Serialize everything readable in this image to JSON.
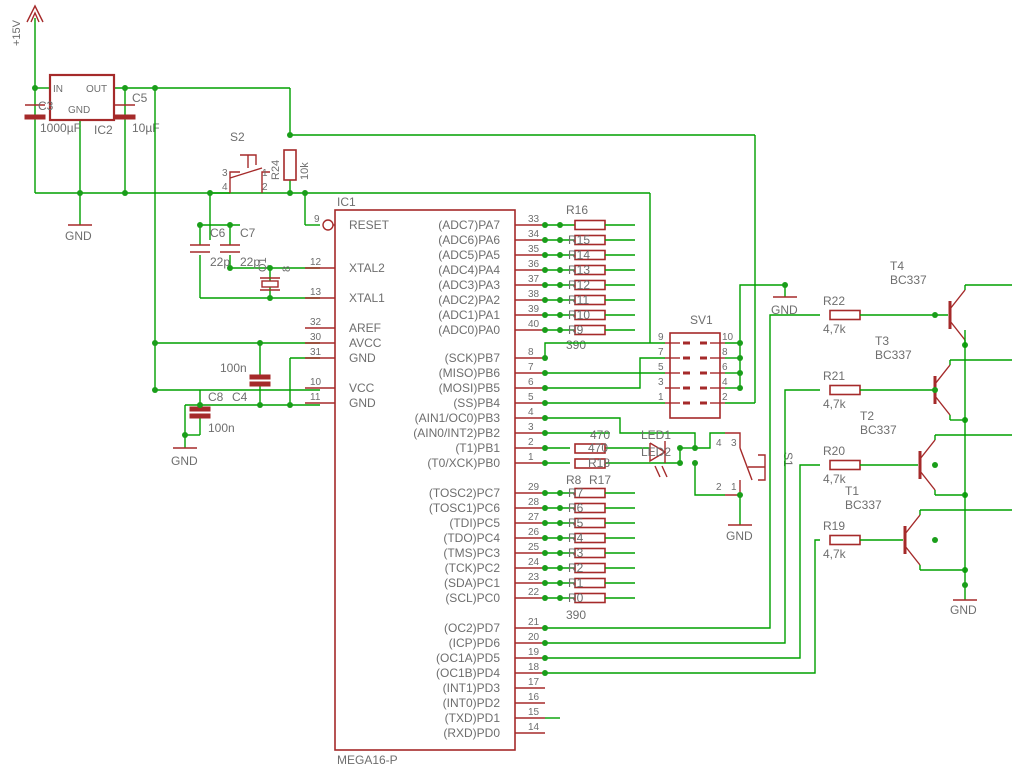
{
  "power": {
    "v15": "+15V",
    "gnd": "GND"
  },
  "regulator": {
    "name": "IC2",
    "in": "IN",
    "out": "OUT",
    "gnd": "GND"
  },
  "caps": {
    "c3": "C3",
    "c3v": "1000µF",
    "c5": "C5",
    "c5v": "10µF",
    "c6": "C6",
    "c7": "C7",
    "c6v": "22p",
    "c7v": "22p",
    "c4": "C4",
    "c8": "C8",
    "c4v": "100n",
    "c8v": "100n"
  },
  "reset": {
    "s2": "S2",
    "r24": "R24",
    "r24v": "10k",
    "s2p1": "1",
    "s2p2": "2",
    "s2p3": "3",
    "s2p4": "4"
  },
  "crystal": {
    "name": "Q1",
    "value": "8"
  },
  "mcu": {
    "name": "IC1",
    "part": "MEGA16-P",
    "left_pins": [
      {
        "label": "RESET",
        "num": "9"
      },
      {
        "label": "XTAL2",
        "num": "12"
      },
      {
        "label": "XTAL1",
        "num": "13"
      },
      {
        "label": "AREF",
        "num": "32"
      },
      {
        "label": "AVCC",
        "num": "30"
      },
      {
        "label": "GND",
        "num": "31"
      },
      {
        "label": "VCC",
        "num": "10"
      },
      {
        "label": "GND",
        "num": "11"
      }
    ],
    "right_pins": [
      {
        "label": "(ADC7)PA7",
        "num": "33"
      },
      {
        "label": "(ADC6)PA6",
        "num": "34"
      },
      {
        "label": "(ADC5)PA5",
        "num": "35"
      },
      {
        "label": "(ADC4)PA4",
        "num": "36"
      },
      {
        "label": "(ADC3)PA3",
        "num": "37"
      },
      {
        "label": "(ADC2)PA2",
        "num": "38"
      },
      {
        "label": "(ADC1)PA1",
        "num": "39"
      },
      {
        "label": "(ADC0)PA0",
        "num": "40"
      },
      {
        "label": "(SCK)PB7",
        "num": "8"
      },
      {
        "label": "(MISO)PB6",
        "num": "7"
      },
      {
        "label": "(MOSI)PB5",
        "num": "6"
      },
      {
        "label": "(SS)PB4",
        "num": "5"
      },
      {
        "label": "(AIN1/OC0)PB3",
        "num": "4"
      },
      {
        "label": "(AIN0/INT2)PB2",
        "num": "3"
      },
      {
        "label": "(T1)PB1",
        "num": "2"
      },
      {
        "label": "(T0/XCK)PB0",
        "num": "1"
      },
      {
        "label": "(TOSC2)PC7",
        "num": "29"
      },
      {
        "label": "(TOSC1)PC6",
        "num": "28"
      },
      {
        "label": "(TDI)PC5",
        "num": "27"
      },
      {
        "label": "(TDO)PC4",
        "num": "26"
      },
      {
        "label": "(TMS)PC3",
        "num": "25"
      },
      {
        "label": "(TCK)PC2",
        "num": "24"
      },
      {
        "label": "(SDA)PC1",
        "num": "23"
      },
      {
        "label": "(SCL)PC0",
        "num": "22"
      },
      {
        "label": "(OC2)PD7",
        "num": "21"
      },
      {
        "label": "(ICP)PD6",
        "num": "20"
      },
      {
        "label": "(OC1A)PD5",
        "num": "19"
      },
      {
        "label": "(OC1B)PD4",
        "num": "18"
      },
      {
        "label": "(INT1)PD3",
        "num": "17"
      },
      {
        "label": "(INT0)PD2",
        "num": "16"
      },
      {
        "label": "(TXD)PD1",
        "num": "15"
      },
      {
        "label": "(RXD)PD0",
        "num": "14"
      }
    ]
  },
  "resistor_banks": {
    "pa_labels": [
      "R16",
      "R15",
      "R14",
      "R13",
      "R12",
      "R11",
      "R10",
      "R9"
    ],
    "pa_value": "390",
    "pc_labels": [
      "R7",
      "R6",
      "R5",
      "R4",
      "R3",
      "R2",
      "R1",
      "R0"
    ],
    "pc_value": "390"
  },
  "header": {
    "name": "SV1",
    "left_nums": [
      "9",
      "7",
      "5",
      "3",
      "1"
    ],
    "right_nums": [
      "10",
      "8",
      "6",
      "4",
      "2"
    ]
  },
  "led": {
    "led_name": "LED1",
    "led_value": "LED2",
    "r_top": "470",
    "r_bot": "R18",
    "r_top_name": "R8",
    "r_bot_name": "R17",
    "r_bot_value": "470"
  },
  "switch_s1": {
    "name": "S1",
    "p1": "1",
    "p2": "2",
    "p3": "3",
    "p4": "4"
  },
  "transistors": [
    {
      "r": "R22",
      "rv": "4,7k",
      "t": "T4",
      "type": "BC337"
    },
    {
      "r": "R21",
      "rv": "4,7k",
      "t": "T3",
      "type": "BC337"
    },
    {
      "r": "R20",
      "rv": "4,7k",
      "t": "T2",
      "type": "BC337"
    },
    {
      "r": "R19",
      "rv": "4,7k",
      "t": "T1",
      "type": "BC337"
    }
  ]
}
